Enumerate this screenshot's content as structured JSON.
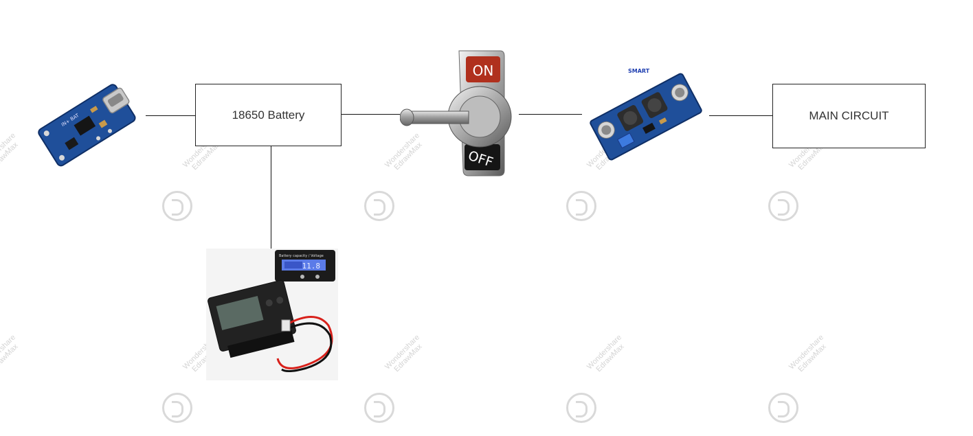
{
  "diagram": {
    "battery_box": {
      "label": "18650 Battery"
    },
    "main_box": {
      "label": "MAIN CIRCUIT"
    },
    "switch": {
      "on_text": "ON",
      "off_text": "OFF"
    },
    "boost_module": {
      "brand_text": "SMART"
    },
    "battery_meter": {
      "screen_text": "Battery capacity / Voltage",
      "reading": "11.8"
    }
  },
  "watermark": {
    "line1": "Wondershare",
    "line2": "EdrawMax"
  },
  "colors": {
    "pcb_blue": "#1f4f9a",
    "switch_red": "#b0301d",
    "lcd_blue": "#5b7be8",
    "wire_red": "#d8201a"
  }
}
